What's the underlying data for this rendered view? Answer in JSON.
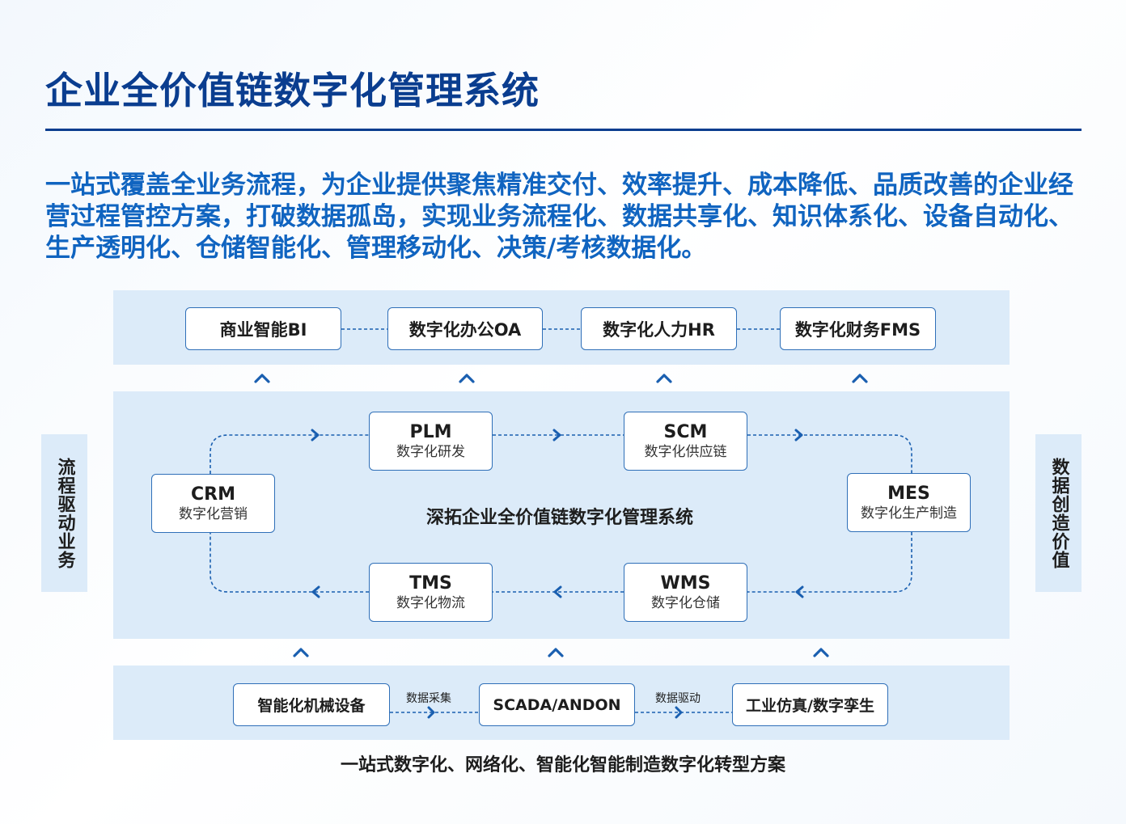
{
  "header": {
    "title": "企业全价值链数字化管理系统",
    "intro": "一站式覆盖全业务流程，为企业提供聚焦精准交付、效率提升、成本降低、品质改善的企业经营过程管控方案，打破数据孤岛，实现业务流程化、数据共享化、知识体系化、设备自动化、生产透明化、仓储智能化、管理移动化、决策/考核数据化。"
  },
  "side_labels": {
    "left": "流程驱动业务",
    "right": "数据创造价值"
  },
  "top_row": [
    {
      "label": "商业智能BI"
    },
    {
      "label": "数字化办公OA"
    },
    {
      "label": "数字化人力HR"
    },
    {
      "label": "数字化财务FMS"
    }
  ],
  "middle": {
    "center_label": "深拓企业全价值链数字化管理系统",
    "nodes": {
      "crm": {
        "code": "CRM",
        "sub": "数字化营销"
      },
      "plm": {
        "code": "PLM",
        "sub": "数字化研发"
      },
      "scm": {
        "code": "SCM",
        "sub": "数字化供应链"
      },
      "mes": {
        "code": "MES",
        "sub": "数字化生产制造"
      },
      "wms": {
        "code": "WMS",
        "sub": "数字化仓储"
      },
      "tms": {
        "code": "TMS",
        "sub": "数字化物流"
      }
    }
  },
  "bottom_row": {
    "nodes": [
      {
        "label": "智能化机械设备"
      },
      {
        "label": "SCADA/ANDON"
      },
      {
        "label": "工业仿真/数字孪生"
      }
    ],
    "edge_labels": [
      "数据采集",
      "数据驱动"
    ]
  },
  "footer": "一站式数字化、网络化、智能化智能制造数字化转型方案",
  "colors": {
    "title": "#0a3d8f",
    "intro": "#1064c0",
    "band": "#dcebf9",
    "node_border": "#2f6fb8",
    "arrow": "#1a5fb0"
  }
}
